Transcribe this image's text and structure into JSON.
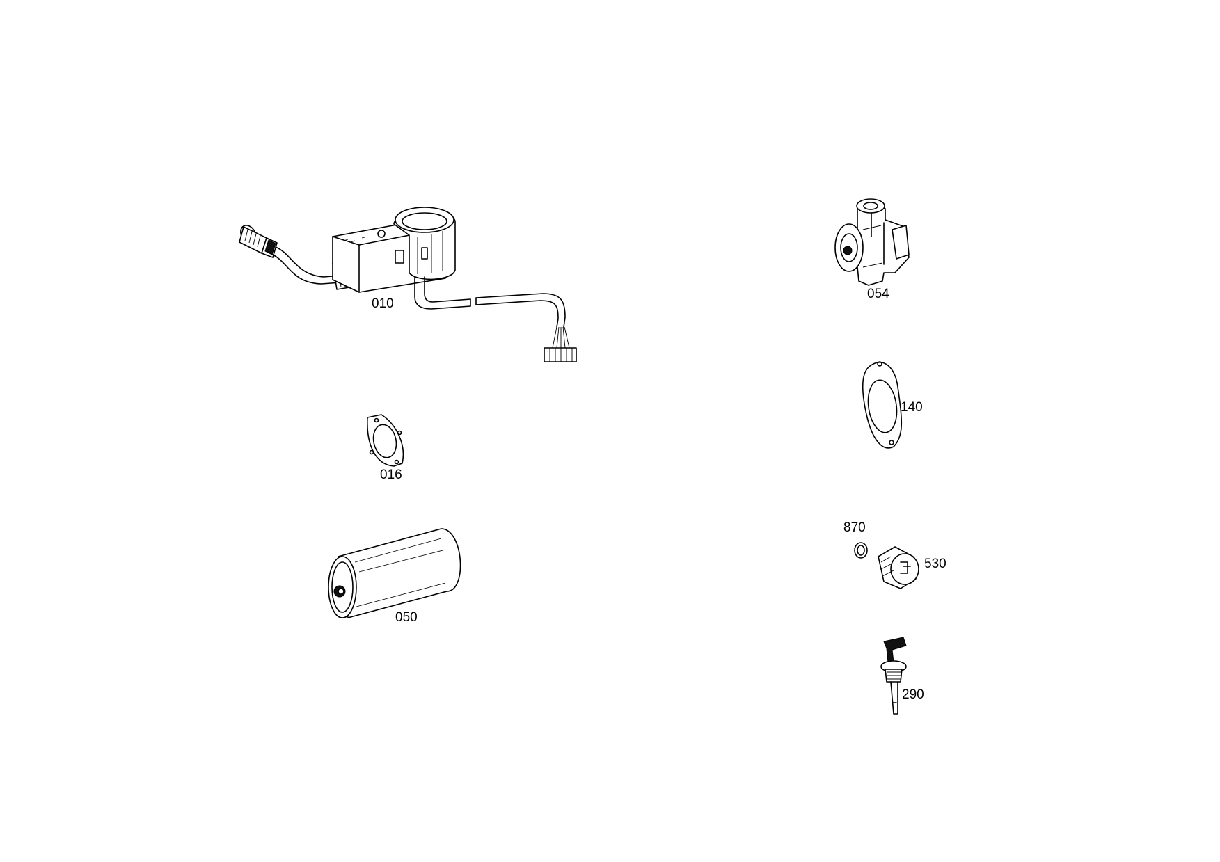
{
  "parts": [
    {
      "number": "010",
      "icon": "sensor-with-harness-icon"
    },
    {
      "number": "016",
      "icon": "gasket-icon"
    },
    {
      "number": "050",
      "icon": "filter-cartridge-icon"
    },
    {
      "number": "054",
      "icon": "valve-icon"
    },
    {
      "number": "140",
      "icon": "gasket-icon"
    },
    {
      "number": "870",
      "icon": "seal-ring-icon"
    },
    {
      "number": "530",
      "icon": "screw-plug-icon"
    },
    {
      "number": "290",
      "icon": "dipstick-icon"
    }
  ]
}
